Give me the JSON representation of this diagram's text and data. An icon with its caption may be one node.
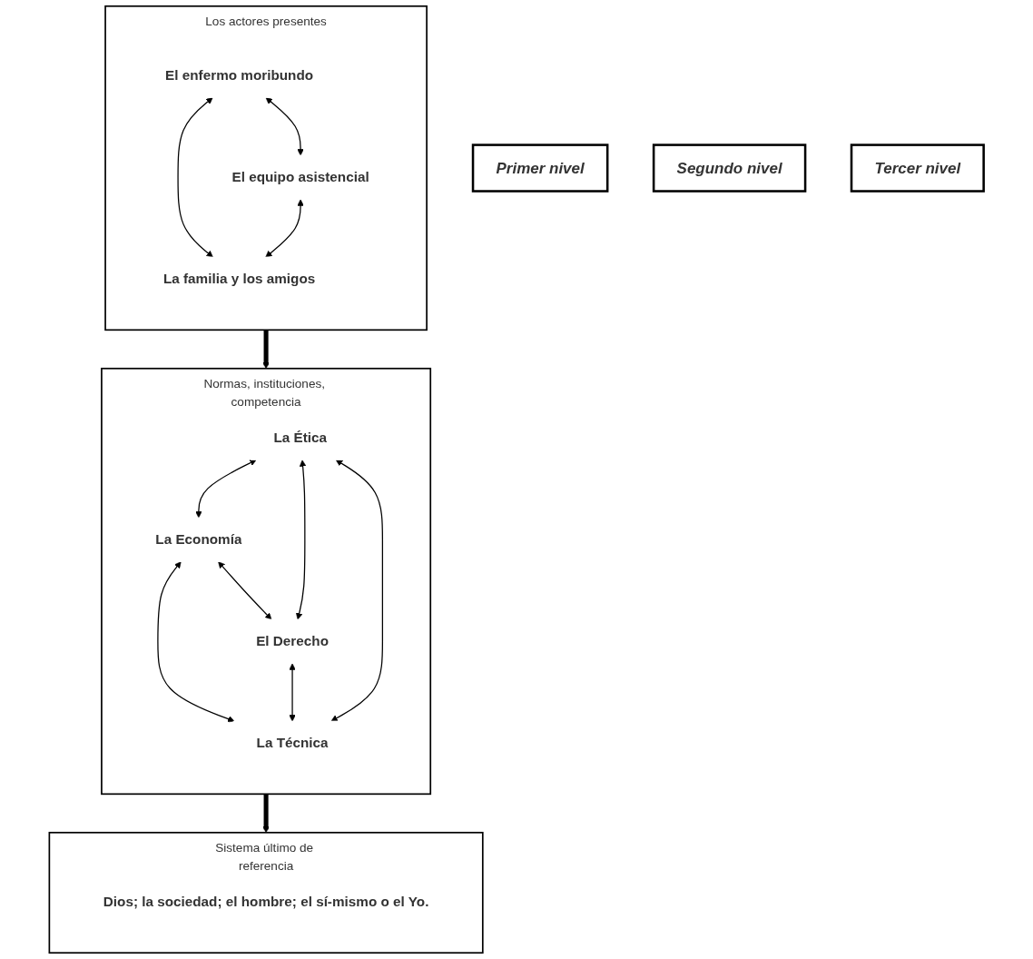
{
  "diagram": {
    "nodes": [
      {
        "text": [
          "Primer nivel"
        ]
      },
      {
        "text": [
          "Los actores presentes"
        ]
      },
      {
        "text": [
          "El enfermo moribundo"
        ],
        "in": 1
      },
      {
        "text": [
          "El equipo asistencial"
        ],
        "in": 1
      },
      {
        "text": [
          "La familia y los amigos"
        ],
        "in": 1
      },
      {
        "text": [
          "Segundo nivel"
        ]
      },
      {
        "text": [
          "Normas, instituciones, competencia"
        ]
      },
      {
        "text": [
          "La Ética"
        ],
        "in": 6
      },
      {
        "text": [
          "La Economía"
        ],
        "in": 6
      },
      {
        "text": [
          "El Derecho"
        ],
        "in": 6
      },
      {
        "text": [
          "La Técnica"
        ],
        "in": 6
      },
      {
        "text": [
          "Tercer nivel"
        ]
      },
      {
        "text": [
          "Sistema último de referencia"
        ]
      },
      {
        "text": [
          "Dios; la sociedad; el hombre; el sí-mismo o el Yo."
        ],
        "in": 12
      }
    ],
    "edges": [
      {
        "from": 2,
        "to": 3,
        "arrow": "both"
      },
      {
        "from": 2,
        "to": 4,
        "arrow": "both"
      },
      {
        "from": 3,
        "to": 4,
        "arrow": "both"
      },
      {
        "from": 1,
        "to": 6,
        "arrow": "to",
        "style": "thick"
      },
      {
        "from": 7,
        "to": 8,
        "arrow": "both"
      },
      {
        "from": 7,
        "to": 9,
        "arrow": "both"
      },
      {
        "from": 8,
        "to": 10,
        "arrow": "both"
      },
      {
        "from": 7,
        "to": 10,
        "arrow": "both"
      },
      {
        "from": 8,
        "to": 9,
        "arrow": "both"
      },
      {
        "from": 9,
        "to": 10,
        "arrow": "both"
      },
      {
        "from": 6,
        "to": 12,
        "arrow": "to",
        "style": "thick"
      }
    ]
  }
}
